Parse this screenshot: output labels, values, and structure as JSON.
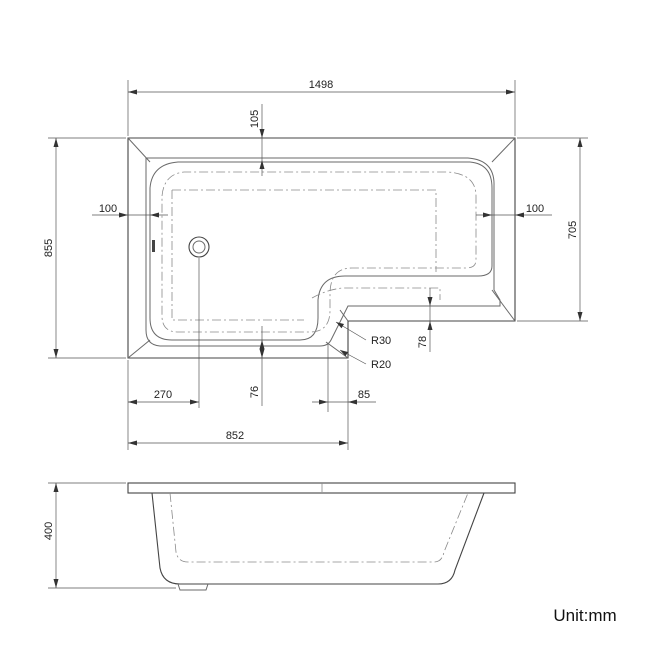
{
  "unit_label": "Unit:mm",
  "dimensions": {
    "overall_length": "1498",
    "top_rim": "105",
    "left_rim": "100",
    "right_rim": "100",
    "overall_width": "855",
    "narrow_width": "705",
    "radius_outer": "R30",
    "radius_inner": "R20",
    "step_rim": "78",
    "waste_offset": "270",
    "bottom_rim": "76",
    "step_offset": "85",
    "shaped_length": "852",
    "height": "400"
  },
  "colors": {
    "line": "#6a6a6a",
    "hidden_line": "#8a8a8a",
    "dimension_line": "#555555",
    "text": "#222222"
  }
}
